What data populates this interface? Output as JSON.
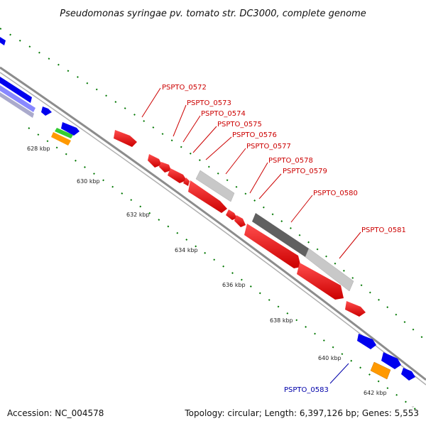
{
  "title": "Pseudomonas syringae pv. tomato str. DC3000, complete genome",
  "footer": {
    "accession": "Accession: NC_004578",
    "info": "Topology: circular; Length: 6,397,126 bp; Genes: 5,553"
  },
  "colors": {
    "gene_red": "#ff0000",
    "gene_blue": "#0000ff",
    "gene_grey": "#c8c8c8",
    "gene_dark": "#606060",
    "gene_green": "#33cc33",
    "gene_orange": "#ff9900",
    "tick_green": "#007700",
    "label_red": "#cc0000",
    "label_blue": "#0000aa"
  },
  "kbp_labels": [
    "628 kbp",
    "630 kbp",
    "632 kbp",
    "634 kbp",
    "636 kbp",
    "638 kbp",
    "640 kbp",
    "642 kbp"
  ],
  "gene_labels": [
    "PSPTO_0572",
    "PSPTO_0573",
    "PSPTO_0574",
    "PSPTO_0575",
    "PSPTO_0576",
    "PSPTO_0577",
    "PSPTO_0578",
    "PSPTO_0579",
    "PSPTO_0580",
    "PSPTO_0581"
  ],
  "selected_gene_label": "PSPTO_0583"
}
